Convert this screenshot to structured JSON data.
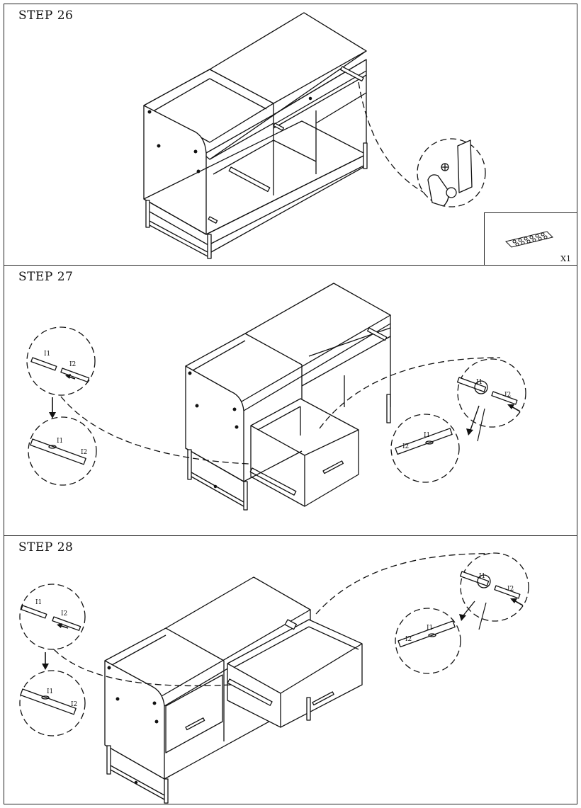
{
  "steps": [
    {
      "title": "STEP 26",
      "hardware_qty": "X1"
    },
    {
      "title": "STEP 27"
    },
    {
      "title": "STEP 28"
    }
  ],
  "rail_labels": {
    "inner": "I1",
    "outer": "I2"
  }
}
